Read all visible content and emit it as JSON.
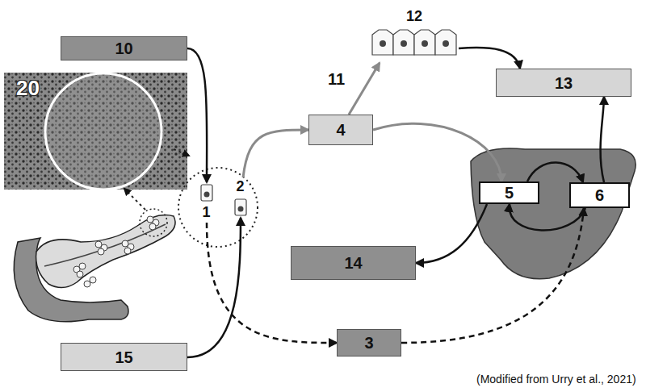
{
  "diagram": {
    "caption": "(Modified from Urry et al., 2021)",
    "nodes": [
      {
        "text": [
          "10"
        ]
      },
      {
        "text": [
          "1"
        ]
      },
      {
        "text": [
          "2"
        ]
      },
      {
        "text": [
          "4"
        ]
      },
      {
        "text": [
          "12"
        ]
      },
      {
        "text": [
          "13"
        ]
      },
      {
        "text": [
          "5"
        ]
      },
      {
        "text": [
          "6"
        ]
      },
      {
        "text": [
          "14"
        ]
      },
      {
        "text": [
          "3"
        ]
      },
      {
        "text": [
          "15"
        ]
      }
    ],
    "edges": [
      {
        "from": 0,
        "to": 1,
        "arrow": "to"
      },
      {
        "from": 10,
        "to": 2,
        "arrow": "to"
      },
      {
        "from": 2,
        "to": 3,
        "arrow": "to"
      },
      {
        "from": 1,
        "to": 9,
        "arrow": "to"
      },
      {
        "from": 9,
        "to": 7,
        "arrow": "to"
      },
      {
        "from": 3,
        "to": 4,
        "arrow": "to",
        "label": "11"
      },
      {
        "from": 3,
        "to": 6,
        "arrow": "to"
      },
      {
        "from": 4,
        "to": 5,
        "arrow": "to"
      },
      {
        "from": 7,
        "to": 5,
        "arrow": "to"
      },
      {
        "from": 6,
        "to": 8,
        "arrow": "to"
      },
      {
        "from": 6,
        "to": 7,
        "arrow": "to"
      },
      {
        "from": 7,
        "to": 6,
        "arrow": "to"
      }
    ],
    "labels": [
      "20"
    ]
  }
}
